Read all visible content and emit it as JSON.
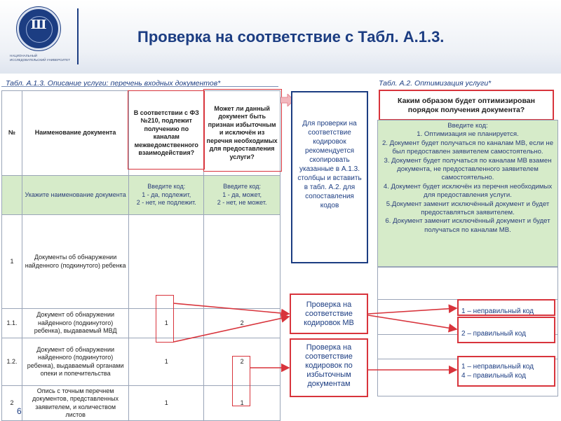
{
  "header": {
    "title": "Проверка на соответствие с Табл. А.1.3.",
    "logo_caption": "НАЦИОНАЛЬНЫЙ ИССЛЕДОВАТЕЛЬСКИЙ УНИВЕРСИТЕТ"
  },
  "left_table": {
    "caption": "Табл. А.1.3. Описание услуги: перечень входных документов*",
    "col_no": "№",
    "col_name": "Наименование документа",
    "col_fz": "В соответствии с ФЗ №210, подлежит получению по каналам межведомственного взаимодействия?",
    "col_excess": "Может ли данный документ быть признан избыточным и исключён из перечня необходимых для предоставления услуги?",
    "hint_name": "Укажите наименование документа",
    "hint_fz": "Введите код:\n1 - да, подлежит,\n2 - нет, не подлежит.",
    "hint_excess": "Введите код:\n1 - да, может,\n2 - нет, не может.",
    "rows": [
      {
        "no": "1",
        "name": "Документы об обнаружении найденного (подкинутого) ребенка",
        "fz": "",
        "excess": ""
      },
      {
        "no": "1.1.",
        "name": "Документ об обнаружении найденного (подкинутого) ребенка), выдаваемый МВД",
        "fz": "1",
        "excess": "2"
      },
      {
        "no": "1.2.",
        "name": "Документ об обнаружении найденного (подкинутого) ребенка), выдаваемый органами опеки и попечительства",
        "fz": "1",
        "excess": "2"
      },
      {
        "no": "2",
        "name": "Опись с точным перечнем документов, представленных заявителем, и количеством листов",
        "fz": "1",
        "excess": "1"
      }
    ]
  },
  "middle": {
    "note": "Для проверки на соответствие кодировок рекомендуется скопировать указанные в А.1.3. столбцы и вставить в табл. А.2. для сопоставления кодов",
    "check_mv": "Проверка на соответствие кодировок МВ",
    "check_excess": "Проверка на соответствие кодировок по избыточным документам"
  },
  "right_table": {
    "caption": "Табл. А.2. Оптимизация услуги*",
    "header": "Каким образом будет оптимизирован порядок получения документа?",
    "codes_title": "Введите код:",
    "codes": [
      "1. Оптимизация не планируется.",
      "2. Документ будет получаться по каналам МВ, если не был предоставлен заявителем самостоятельно.",
      "3. Документ будет получаться по каналам МВ взамен документа, не предоставленного заявителем самостоятельно.",
      "4. Документ будет исключён из перечня необходимых для предоставления услуги.",
      "5.Документ заменит исключённый документ и будет предоставляться заявителем.",
      "6. Документ заменит исключённый документ и будет получаться по каналам МВ."
    ],
    "results": [
      {
        "line1": "1   – неправильный код",
        "line2": ""
      },
      {
        "line1": "2  –  правильный код",
        "line2": ""
      },
      {
        "line1": "1 – неправильный код",
        "line2": "4 – правильный код"
      }
    ]
  },
  "footer": {
    "page": "6"
  },
  "colors": {
    "brand": "#1c3d82",
    "accent_red": "#d8343c",
    "hint_green": "#d6ebc9"
  }
}
